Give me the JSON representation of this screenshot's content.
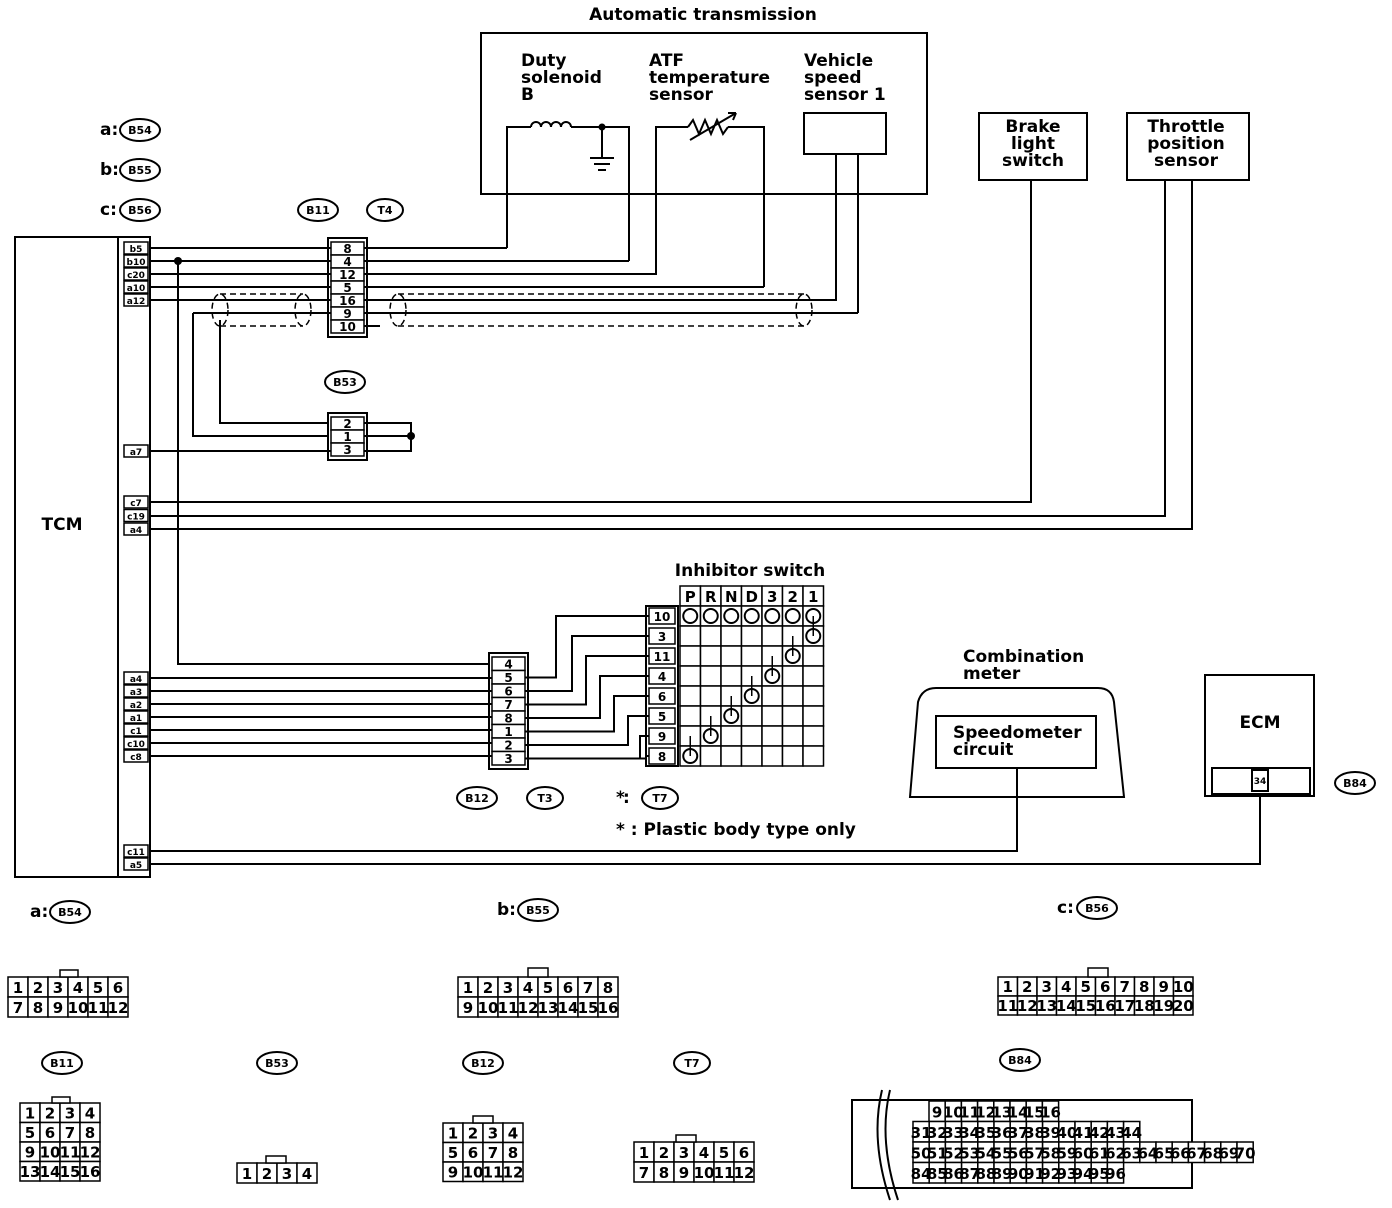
{
  "title": "Automatic transmission",
  "components": {
    "duty_solenoid": "Duty\nsolenoid\nB",
    "atf_sensor": "ATF\ntemperature\nsensor",
    "vss": "Vehicle\nspeed\nsensor 1",
    "brake_switch": "Brake\nlight\nswitch",
    "tps": "Throttle\nposition\nsensor",
    "tcm": "TCM",
    "inhibitor": "Inhibitor switch",
    "combination_meter": "Combination\nmeter",
    "speedometer": "Speedometer\ncircuit",
    "ecm": "ECM"
  },
  "connector_refs": {
    "a_label": "a:",
    "a_id": "B54",
    "b_label": "b:",
    "b_id": "B55",
    "c_label": "c:",
    "c_id": "B56",
    "b11": "B11",
    "t4": "T4",
    "b53": "B53",
    "b12": "B12",
    "t3": "T3",
    "t7": "T7",
    "b84": "B84",
    "star": "*"
  },
  "tcm_pins_top": [
    "b5",
    "b10",
    "c20",
    "a10",
    "a12"
  ],
  "tcm_pin_a7": "a7",
  "tcm_pins_mid": [
    "c7",
    "c19",
    "a4"
  ],
  "tcm_pins_inhib": [
    "a4",
    "a3",
    "a2",
    "a1",
    "c1",
    "c10",
    "c8"
  ],
  "tcm_pins_bottom": [
    "c11",
    "a5"
  ],
  "b11_pins": [
    "8",
    "4",
    "12",
    "5",
    "16",
    "9",
    "10"
  ],
  "b53_pins": [
    "2",
    "1",
    "3"
  ],
  "b12_pins": [
    "4",
    "5",
    "6",
    "7",
    "8",
    "1",
    "2",
    "3"
  ],
  "ecm_pin": "34",
  "inhibitor_positions": [
    "P",
    "R",
    "N",
    "D",
    "3",
    "2",
    "1"
  ],
  "inhibitor_pins": [
    "10",
    "3",
    "11",
    "4",
    "6",
    "5",
    "9",
    "8"
  ],
  "footnote": "* : Plastic body type only",
  "connector_views": {
    "b54_rows": [
      [
        "1",
        "2",
        "3",
        "4",
        "5",
        "6"
      ],
      [
        "7",
        "8",
        "9",
        "10",
        "11",
        "12"
      ]
    ],
    "b55_rows": [
      [
        "1",
        "2",
        "3",
        "4",
        "5",
        "6",
        "7",
        "8"
      ],
      [
        "9",
        "10",
        "11",
        "12",
        "13",
        "14",
        "15",
        "16"
      ]
    ],
    "b56_rows": [
      [
        "1",
        "2",
        "3",
        "4",
        "5",
        "6",
        "7",
        "8",
        "9",
        "10"
      ],
      [
        "11",
        "12",
        "13",
        "14",
        "15",
        "16",
        "17",
        "18",
        "19",
        "20"
      ]
    ],
    "b11_rows": [
      [
        "1",
        "2",
        "3",
        "4"
      ],
      [
        "5",
        "6",
        "7",
        "8"
      ],
      [
        "9",
        "10",
        "11",
        "12"
      ],
      [
        "13",
        "14",
        "15",
        "16"
      ]
    ],
    "b53_rows": [
      [
        "1",
        "2",
        "3",
        "4"
      ]
    ],
    "b12_rows": [
      [
        "1",
        "2",
        "3",
        "4"
      ],
      [
        "5",
        "6",
        "7",
        "8"
      ],
      [
        "9",
        "10",
        "11",
        "12"
      ]
    ],
    "t7_rows": [
      [
        "1",
        "2",
        "3",
        "4",
        "5",
        "6"
      ],
      [
        "7",
        "8",
        "9",
        "10",
        "11",
        "12"
      ]
    ],
    "b84_rows": [
      [
        "9",
        "10",
        "11",
        "12",
        "13",
        "14",
        "15",
        "16"
      ],
      [
        "31",
        "32",
        "33",
        "34",
        "35",
        "36",
        "37",
        "38",
        "39",
        "40",
        "41",
        "42",
        "43",
        "44"
      ],
      [
        "50",
        "51",
        "52",
        "53",
        "54",
        "55",
        "56",
        "57",
        "58",
        "59",
        "60",
        "61",
        "62",
        "63",
        "64",
        "65",
        "66",
        "67",
        "68",
        "69",
        "70"
      ],
      [
        "84",
        "85",
        "86",
        "87",
        "88",
        "89",
        "90",
        "91",
        "92",
        "93",
        "94",
        "95",
        "96"
      ]
    ]
  }
}
